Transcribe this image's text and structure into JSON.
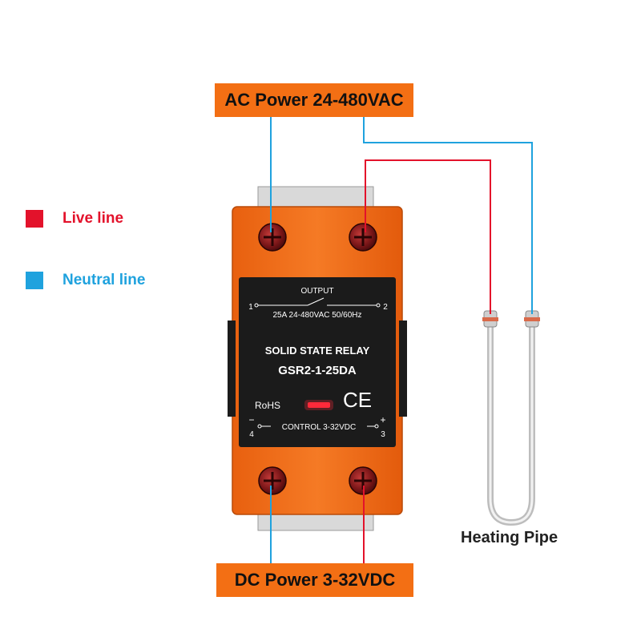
{
  "colors": {
    "live": "#e3122b",
    "neutral": "#1fa2de",
    "orange": "#f36f14",
    "relay_body": "#f26a1b",
    "panel": "#1b1b1b"
  },
  "ac_power_label": "AC Power 24-480VAC",
  "dc_power_label": "DC Power 3-32VDC",
  "legend": {
    "live": "Live line",
    "neutral": "Neutral line"
  },
  "heating_pipe_label": "Heating Pipe",
  "relay": {
    "output_label": "OUTPUT",
    "terminal_1": "1",
    "terminal_2": "2",
    "output_rating": "25A 24-480VAC 50/60Hz",
    "title": "SOLID STATE RELAY",
    "model": "GSR2-1-25DA",
    "rohs": "RoHS",
    "ce": "CE",
    "control_label": "CONTROL  3-32VDC",
    "minus": "−",
    "plus": "+",
    "terminal_4": "4",
    "terminal_3": "3"
  }
}
